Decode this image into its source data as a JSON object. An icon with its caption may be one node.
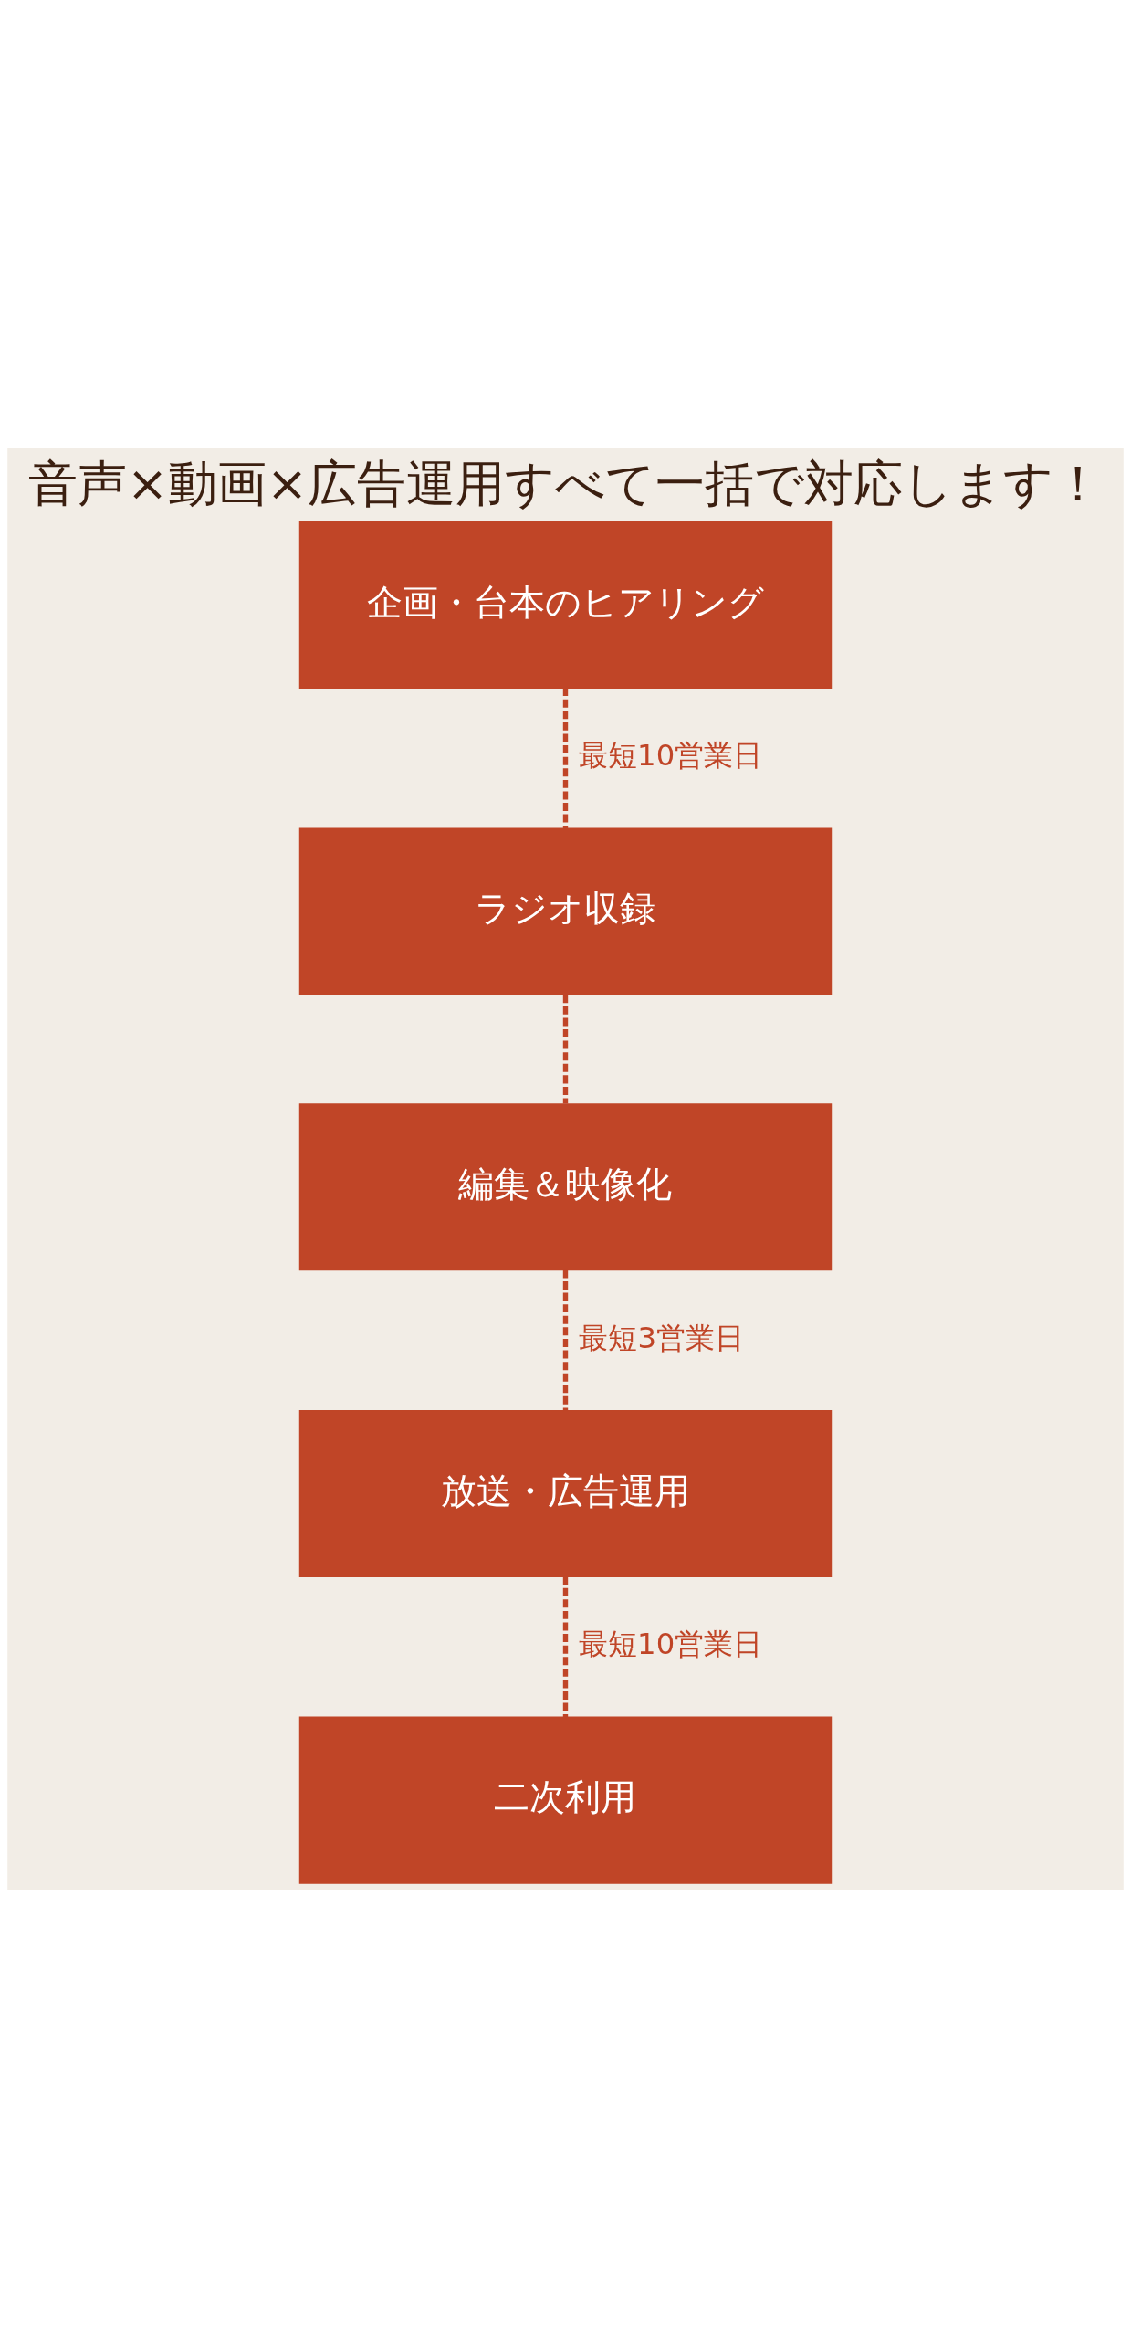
{
  "diagram": {
    "title": "音声×動画×広告運用すべて一括で対応します！",
    "nodes": [
      {
        "text": [
          "企画・台本のヒアリング"
        ]
      },
      {
        "text": [
          "ラジオ収録"
        ]
      },
      {
        "text": [
          "編集＆映像化"
        ]
      },
      {
        "text": [
          "放送・広告運用"
        ]
      },
      {
        "text": [
          "二次利用"
        ]
      }
    ],
    "edges": [
      {
        "from": 0,
        "to": 1,
        "arrow": "none",
        "style": "dashed",
        "label": "最短10営業日"
      },
      {
        "from": 1,
        "to": 2,
        "arrow": "none",
        "style": "dashed"
      },
      {
        "from": 2,
        "to": 3,
        "arrow": "none",
        "style": "dashed",
        "label": "最短3営業日"
      },
      {
        "from": 3,
        "to": 4,
        "arrow": "none",
        "style": "dashed",
        "label": "最短10営業日"
      }
    ]
  }
}
